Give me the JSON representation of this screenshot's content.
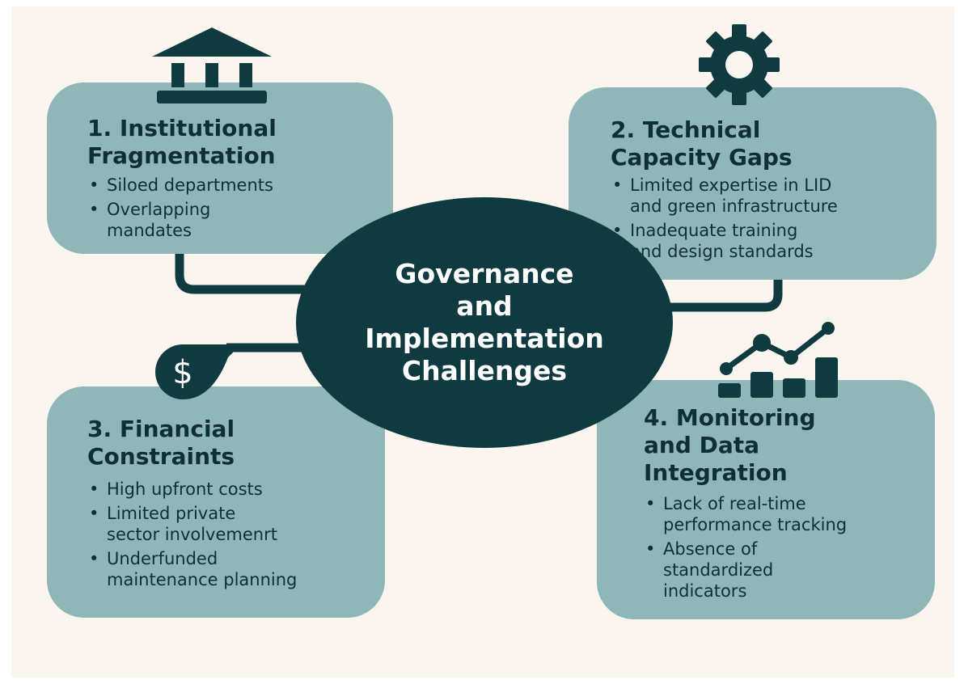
{
  "center": {
    "line1": "Governance",
    "line2": "and",
    "line3": "Implementation",
    "line4": "Challenges"
  },
  "cards": [
    {
      "title_line1": "1. Institutional",
      "title_line2": "Fragmentation",
      "bullets": [
        {
          "line1": "Siloed departments",
          "line2": ""
        },
        {
          "line1": "Overlapping",
          "line2": "mandates"
        }
      ],
      "icon": "bank-icon"
    },
    {
      "title_line1": "2. Technical",
      "title_line2": "Capacity Gaps",
      "bullets": [
        {
          "line1": "Limited expertise in LID",
          "line2": "and green infrastructure"
        },
        {
          "line1": "Inadequate training",
          "line2": "and design standards"
        }
      ],
      "icon": "gear-icon"
    },
    {
      "title_line1": "3. Financial",
      "title_line2": "Constraints",
      "bullets": [
        {
          "line1": "High upfront costs",
          "line2": ""
        },
        {
          "line1": "Limited private",
          "line2": "sector involvemenrt"
        },
        {
          "line1": "Underfunded",
          "line2": "maintenance planning"
        }
      ],
      "icon": "dollar-icon"
    },
    {
      "title_line1": "4. Monitoring",
      "title_line2": "and Data",
      "title_line3": "Integration",
      "bullets": [
        {
          "line1": "Lack of real-time",
          "line2": "performance tracking"
        },
        {
          "line1": "Absence of",
          "line2": "standardized",
          "line3": "indicators"
        }
      ],
      "icon": "chart-icon"
    }
  ],
  "colors": {
    "background": "#faf6ef",
    "card": "#8fb7b8",
    "dark": "#0f3b40",
    "text": "#0f2f34"
  }
}
